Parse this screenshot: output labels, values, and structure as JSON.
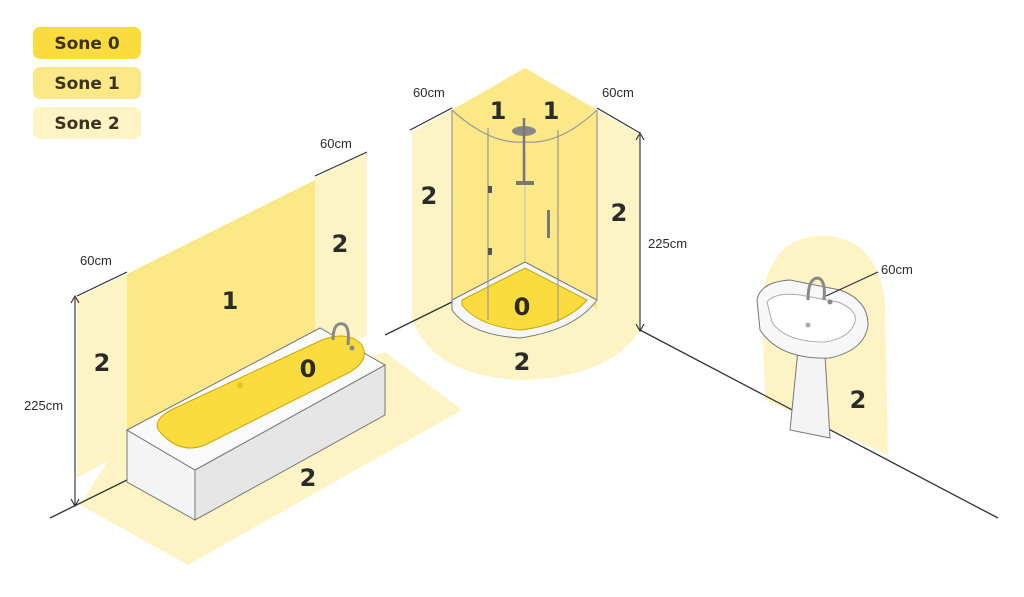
{
  "legend": [
    {
      "label": "Sone 0",
      "color": "#fbdc3f"
    },
    {
      "label": "Sone 1",
      "color": "#fce887"
    },
    {
      "label": "Sone 2",
      "color": "#fdf4c6"
    }
  ],
  "bathtub": {
    "dim_width": "60cm",
    "dim_side": "60cm",
    "dim_height": "225cm",
    "zone_0": "0",
    "zone_1": "1",
    "zone_2_left": "2",
    "zone_2_right": "2",
    "zone_2_floor": "2"
  },
  "shower": {
    "dim_left": "60cm",
    "dim_right": "60cm",
    "dim_height": "225cm",
    "zone_0": "0",
    "zone_1_left": "1",
    "zone_1_right": "1",
    "zone_2_left": "2",
    "zone_2_right": "2",
    "zone_2_floor": "2"
  },
  "sink": {
    "dim_depth": "60cm",
    "zone_2": "2"
  }
}
